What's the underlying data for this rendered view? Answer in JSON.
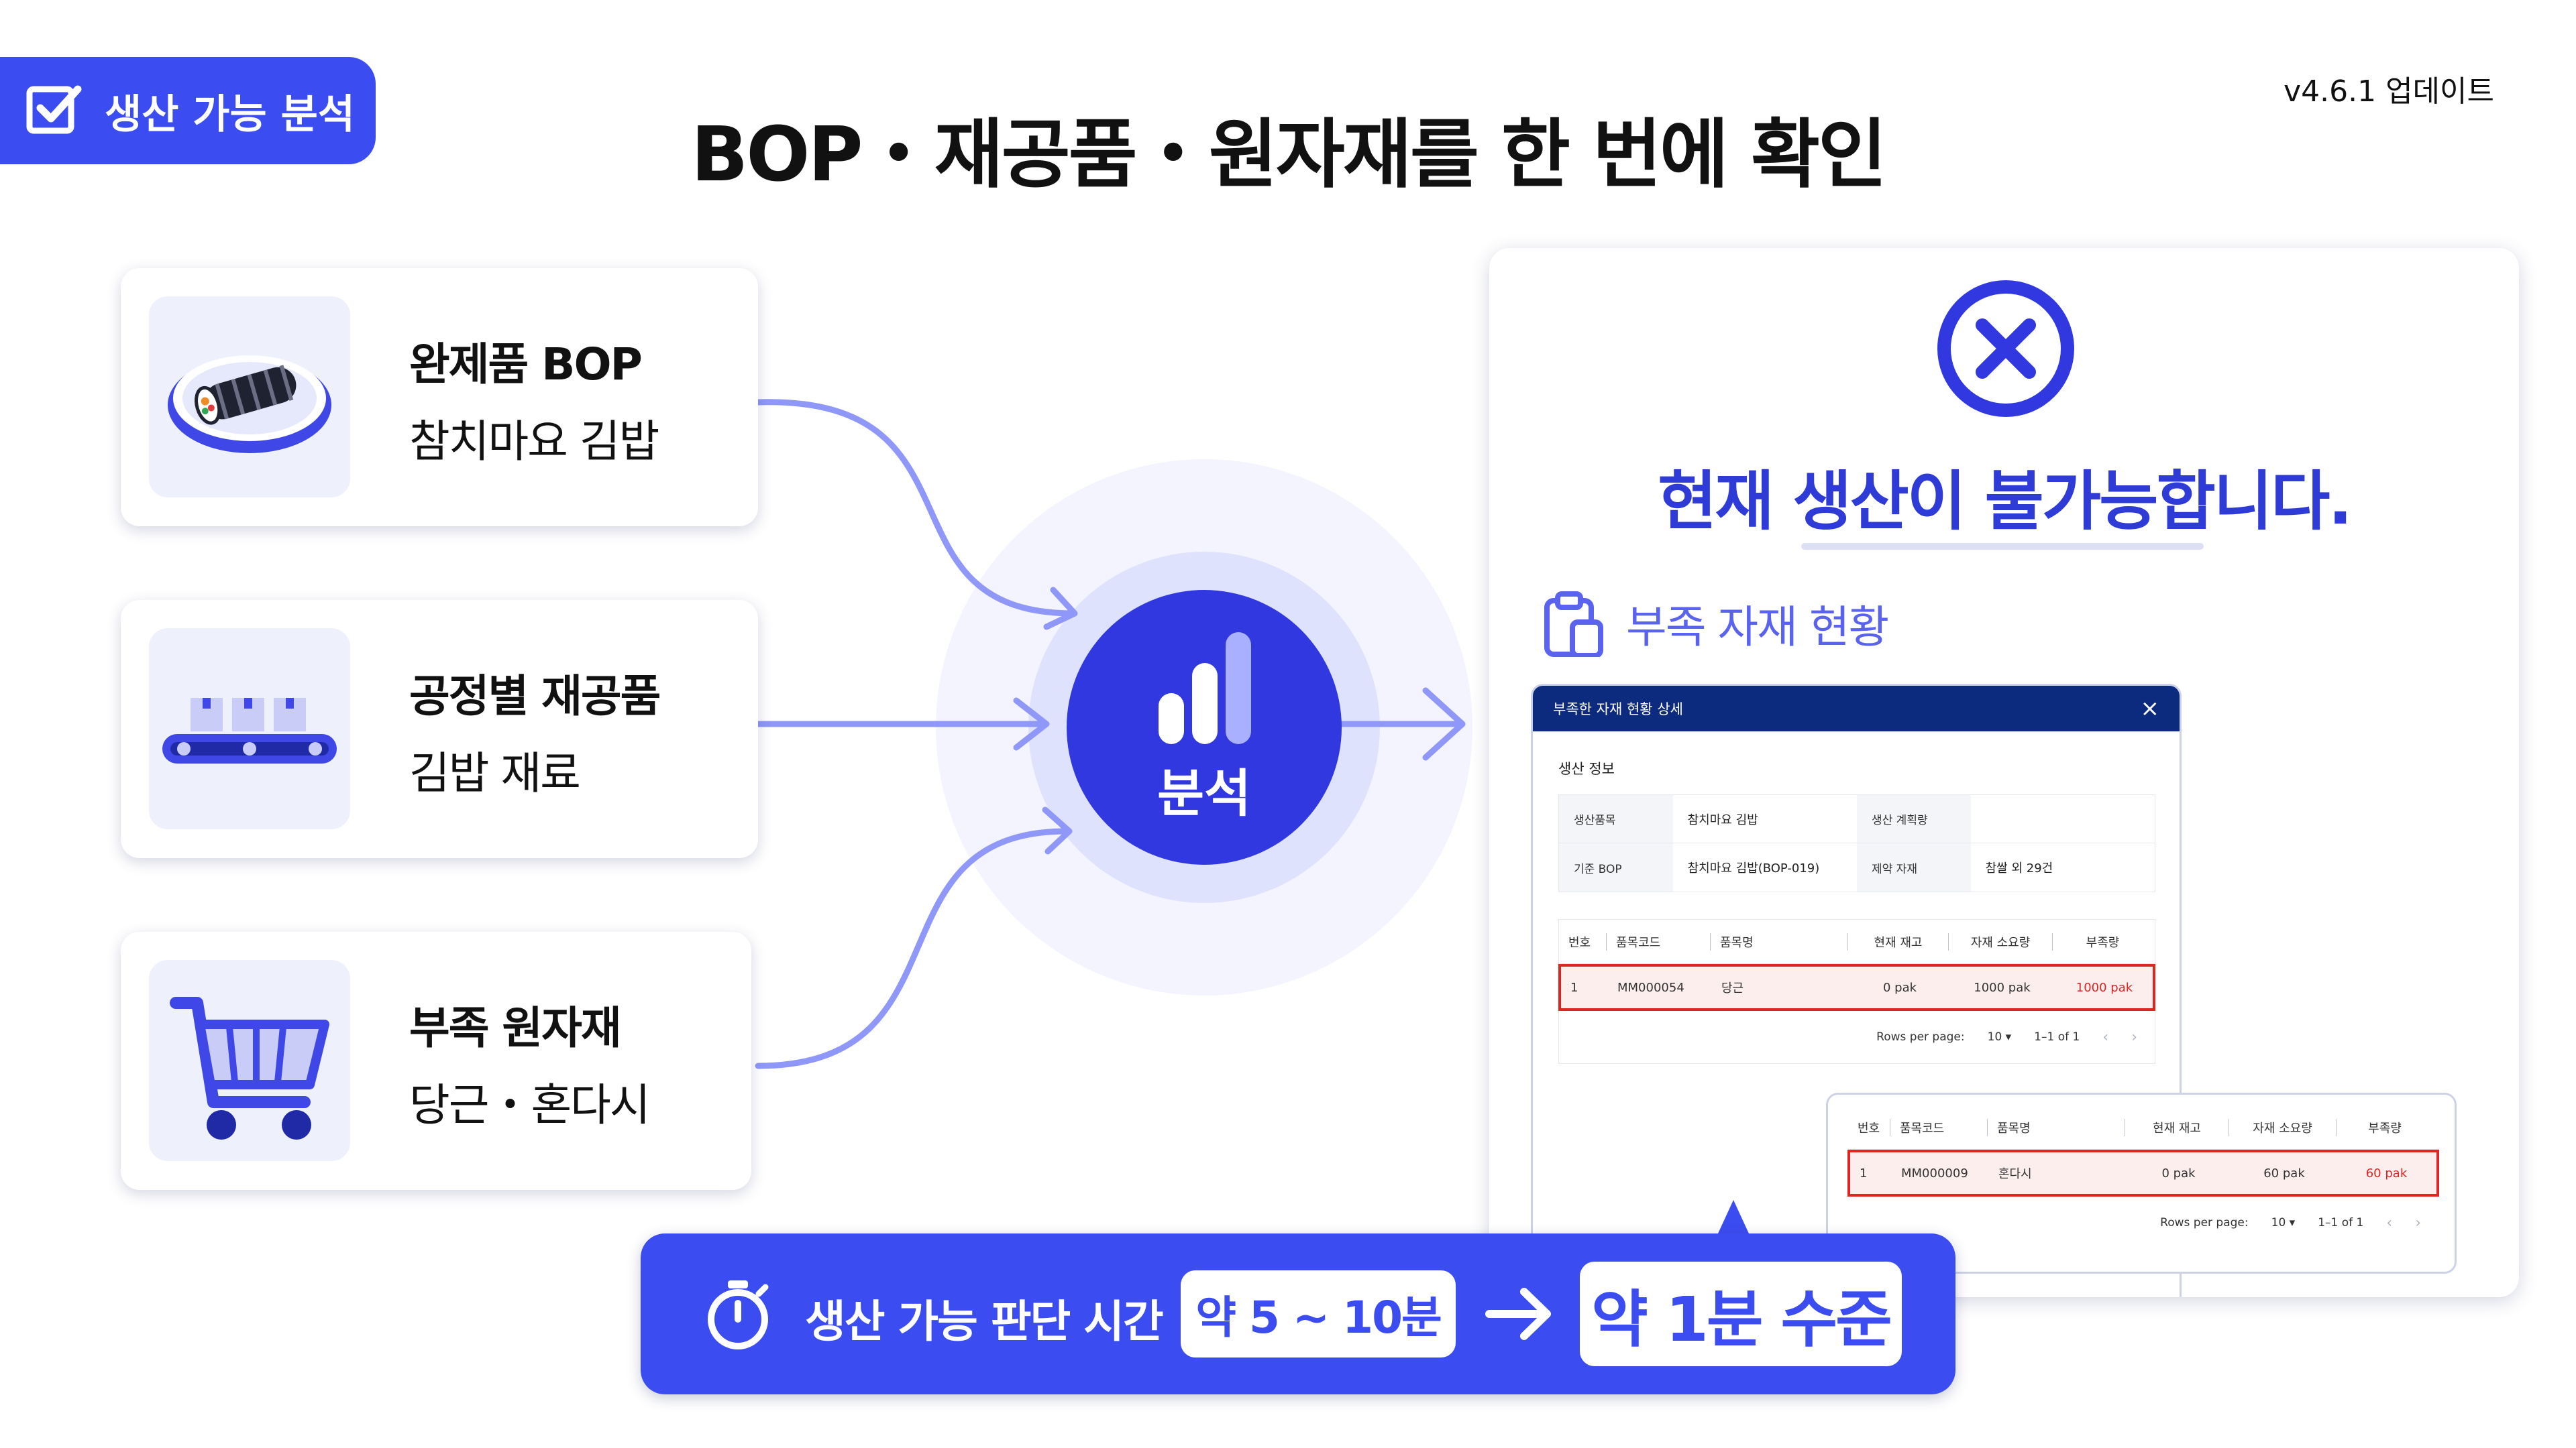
{
  "header": {
    "badge_label": "생산 가능 분석",
    "title": "BOP・재공품・원자재를 한 번에 확인",
    "version": "v4.6.1 업데이트"
  },
  "inputs": [
    {
      "title": "완제품 BOP",
      "subtitle": "참치마요 김밥",
      "icon": "gimbap-icon"
    },
    {
      "title": "공정별 재공품",
      "subtitle": "김밥 재료",
      "icon": "conveyor-icon"
    },
    {
      "title": "부족 원자재",
      "subtitle": "당근・혼다시",
      "icon": "cart-icon"
    }
  ],
  "hub": {
    "label": "분석",
    "icon": "bar-chart-icon"
  },
  "result": {
    "status_icon": "x-circle-icon",
    "status_text": "현재 생산이 불가능합니다.",
    "section_title": "부족 자재 현황",
    "section_icon": "clipboard-icon",
    "dialog": {
      "title": "부족한 자재 현황 상세",
      "section": "생산 정보",
      "info": {
        "product_label": "생산품목",
        "product_value": "참치마요 김밥",
        "plan_label": "생산 계획량",
        "plan_value": "",
        "bop_label": "기준 BOP",
        "bop_value": "참치마요 김밥(BOP-019)",
        "limit_label": "제약 자재",
        "limit_value": "참쌀 외 29건"
      },
      "columns": [
        "번호",
        "품목코드",
        "품목명",
        "현재 재고",
        "자재 소요량",
        "부족량"
      ],
      "row": {
        "no": "1",
        "code": "MM000054",
        "name": "당근",
        "stock": "0 pak",
        "required": "1000 pak",
        "shortage": "1000 pak"
      },
      "pager": {
        "rows_label": "Rows per page:",
        "rows_value": "10",
        "range": "1–1 of 1"
      }
    },
    "dialog2": {
      "columns": [
        "번호",
        "품목코드",
        "품목명",
        "현재 재고",
        "자재 소요량",
        "부족량"
      ],
      "row": {
        "no": "1",
        "code": "MM000009",
        "name": "혼다시",
        "stock": "0 pak",
        "required": "60 pak",
        "shortage": "60 pak"
      },
      "pager": {
        "rows_label": "Rows per page:",
        "rows_value": "10",
        "range": "1–1 of 1"
      }
    }
  },
  "footer": {
    "label": "생산 가능 판단 시간",
    "before": "약 5 ~ 10분",
    "after": "약 1분 수준",
    "icon": "stopwatch-icon"
  },
  "colors": {
    "accent": "#3b4cf0",
    "hub": "#3138e0",
    "navy": "#0c2a7e",
    "error": "#e02323",
    "connector": "#8f97f8"
  }
}
